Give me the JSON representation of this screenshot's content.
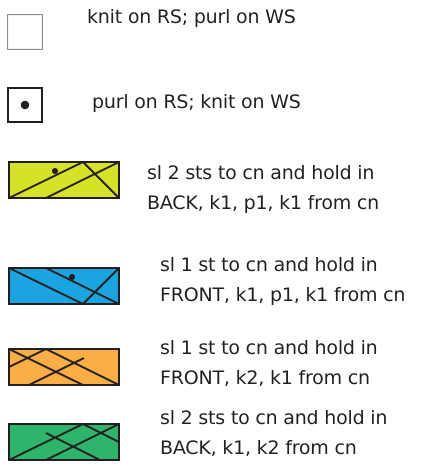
{
  "legend": {
    "items": [
      {
        "symbol": "empty-square",
        "lines": [
          "knit on RS; purl on WS"
        ]
      },
      {
        "symbol": "dot-square",
        "lines": [
          "purl on RS; knit on WS"
        ]
      },
      {
        "symbol": "cable-lime",
        "color": "#d6e227",
        "lines": [
          "sl 2 sts to cn and hold in",
          "BACK, k1, p1, k1 from cn"
        ]
      },
      {
        "symbol": "cable-blue",
        "color": "#1ba4e0",
        "lines": [
          "sl 1 st to cn and hold in",
          "FRONT, k1, p1, k1 from cn"
        ]
      },
      {
        "symbol": "cable-orange",
        "color": "#fbae45",
        "lines": [
          "sl 1 st to cn and hold in",
          "FRONT, k2, k1 from cn"
        ]
      },
      {
        "symbol": "cable-green",
        "color": "#2fb46b",
        "lines": [
          "sl 2 sts to cn and hold in",
          "BACK, k1, k2 from cn"
        ]
      }
    ]
  }
}
